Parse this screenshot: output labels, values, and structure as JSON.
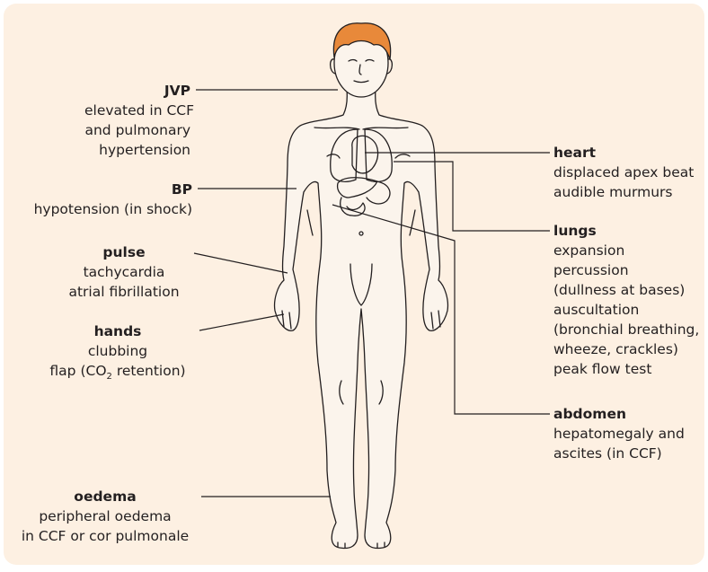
{
  "annotations": {
    "jvp": {
      "title": "JVP",
      "lines": [
        "elevated in CCF",
        "and pulmonary",
        "hypertension"
      ]
    },
    "bp": {
      "title": "BP",
      "lines": [
        "hypotension (in shock)"
      ]
    },
    "pulse": {
      "title": "pulse",
      "lines": [
        "tachycardia",
        "atrial fibrillation"
      ]
    },
    "hands": {
      "title": "hands",
      "lines": [
        "clubbing"
      ],
      "flap_pre": "flap (CO",
      "flap_sub": "2",
      "flap_post": " retention)"
    },
    "oedema": {
      "title": "oedema",
      "lines": [
        "peripheral oedema",
        "in CCF or cor pulmonale"
      ]
    },
    "heart": {
      "title": "heart",
      "lines": [
        "displaced apex beat",
        "audible murmurs"
      ]
    },
    "lungs": {
      "title": "lungs",
      "lines": [
        "expansion",
        "percussion",
        "(dullness at bases)",
        "auscultation",
        "(bronchial breathing,",
        "wheeze, crackles)",
        "peak flow test"
      ]
    },
    "abdomen": {
      "title": "abdomen",
      "lines": [
        "hepatomegaly and",
        "ascites (in CCF)"
      ]
    }
  },
  "colors": {
    "panel": "#fdf0e2",
    "skin": "#fbf4ec",
    "hair": "#e8893a",
    "outline": "#231f20",
    "leader": "#231f20"
  }
}
